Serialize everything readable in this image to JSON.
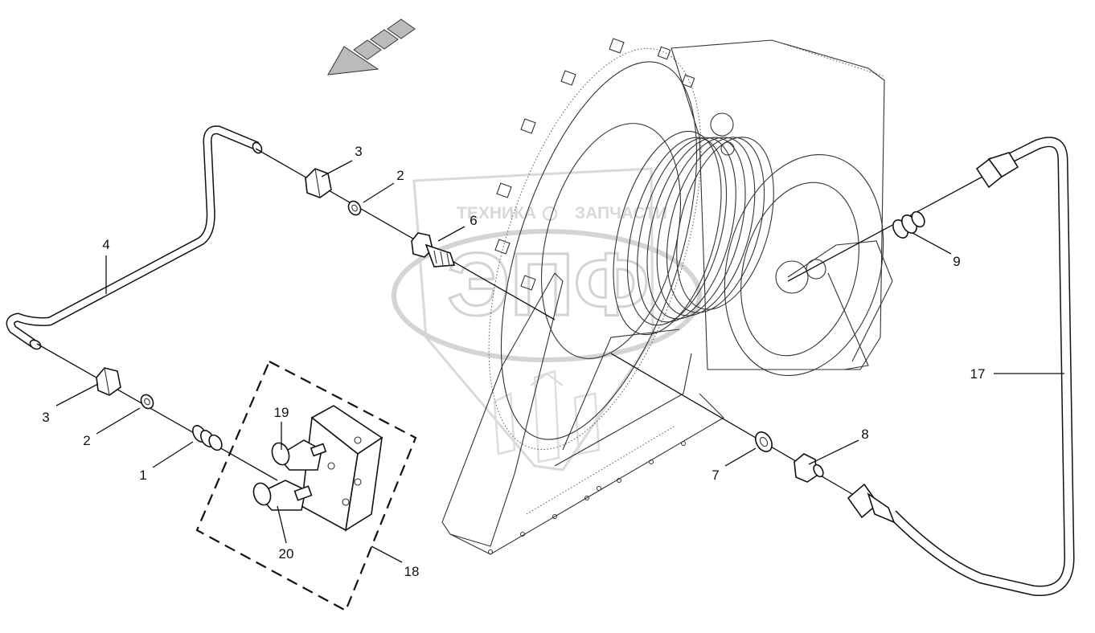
{
  "callouts": [
    {
      "id": "c1",
      "text": "1"
    },
    {
      "id": "c2a",
      "text": "2"
    },
    {
      "id": "c2b",
      "text": "2"
    },
    {
      "id": "c3a",
      "text": "3"
    },
    {
      "id": "c3b",
      "text": "3"
    },
    {
      "id": "c4",
      "text": "4"
    },
    {
      "id": "c6",
      "text": "6"
    },
    {
      "id": "c7",
      "text": "7"
    },
    {
      "id": "c8",
      "text": "8"
    },
    {
      "id": "c9",
      "text": "9"
    },
    {
      "id": "c17",
      "text": "17"
    },
    {
      "id": "c18",
      "text": "18"
    },
    {
      "id": "c19",
      "text": "19"
    },
    {
      "id": "c20",
      "text": "20"
    }
  ],
  "watermark": {
    "line1_left": "ТЕХНИКА",
    "line1_right": "ЗАПЧАСТИ",
    "logo_text": "ЭПФ"
  },
  "icons": {
    "direction": "direction-arrow-icon",
    "logo": "company-logo-icon"
  }
}
